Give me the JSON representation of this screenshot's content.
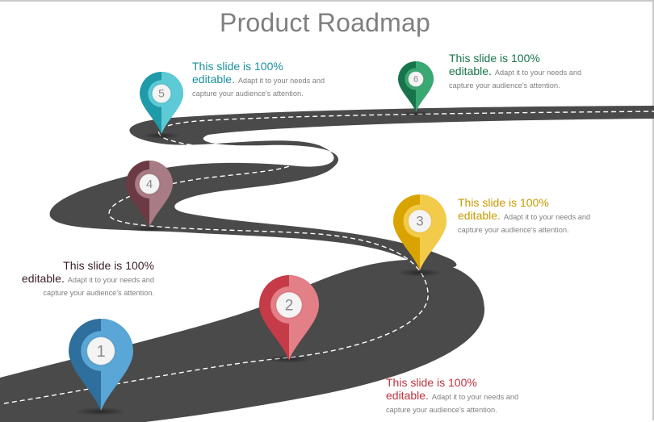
{
  "title": "Product Roadmap",
  "colors": {
    "road": "#4a4a4a",
    "road_dash": "#ffffff",
    "title": "#7f7f7f",
    "body_text": "#7f7f7f"
  },
  "milestones": [
    {
      "number": "1",
      "color_dark": "#2e6f9e",
      "color_light": "#5aa6d6",
      "head_a": "This slide is 100%",
      "head_b": "editable.",
      "body": "Adapt it to your needs and capture your audience's attention.",
      "text_color": "#3b1f2b"
    },
    {
      "number": "2",
      "color_dark": "#c63b48",
      "color_light": "#e27f87",
      "head_a": "This slide is 100%",
      "head_b": "editable.",
      "body": "Adapt it to your needs and capture your audience's attention.",
      "text_color": "#c0323e"
    },
    {
      "number": "3",
      "color_dark": "#d9a300",
      "color_light": "#f3cb4a",
      "head_a": "This slide is 100%",
      "head_b": "editable.",
      "body": "Adapt it to your needs and capture your audience's attention.",
      "text_color": "#c99a00"
    },
    {
      "number": "4",
      "color_dark": "#6b3a43",
      "color_light": "#a87c84",
      "head_a": "",
      "head_b": "",
      "body": "",
      "text_color": "#3b1f2b"
    },
    {
      "number": "5",
      "color_dark": "#1e9aa8",
      "color_light": "#5dcad6",
      "head_a": "This slide is 100%",
      "head_b": "editable.",
      "body": "Adapt it to your needs and capture your audience's attention.",
      "text_color": "#1b8f9c"
    },
    {
      "number": "6",
      "color_dark": "#17744a",
      "color_light": "#3aa872",
      "head_a": "This slide is 100%",
      "head_b": "editable.",
      "body": "Adapt it to your needs and capture your audience's attention.",
      "text_color": "#17744a"
    }
  ]
}
